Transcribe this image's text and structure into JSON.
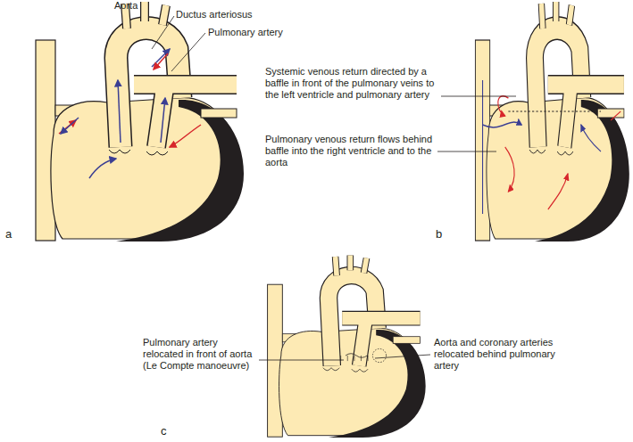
{
  "diagram": {
    "labels": [
      "Aorta",
      "Ductus arteriosus",
      "Pulmonary artery",
      "a",
      "Systemic venous return directed by a baffle in front of the pulmonary veins to the left ventricle and pulmonary artery",
      "Pulmonary venous return flows behind baffle into the right ventricle and to the aorta",
      "b",
      "Pulmonary artery relocated in front of aorta (Le Compte manoeuvre)",
      "Aorta and coronary arteries relocated behind pulmonary artery",
      "c"
    ]
  }
}
